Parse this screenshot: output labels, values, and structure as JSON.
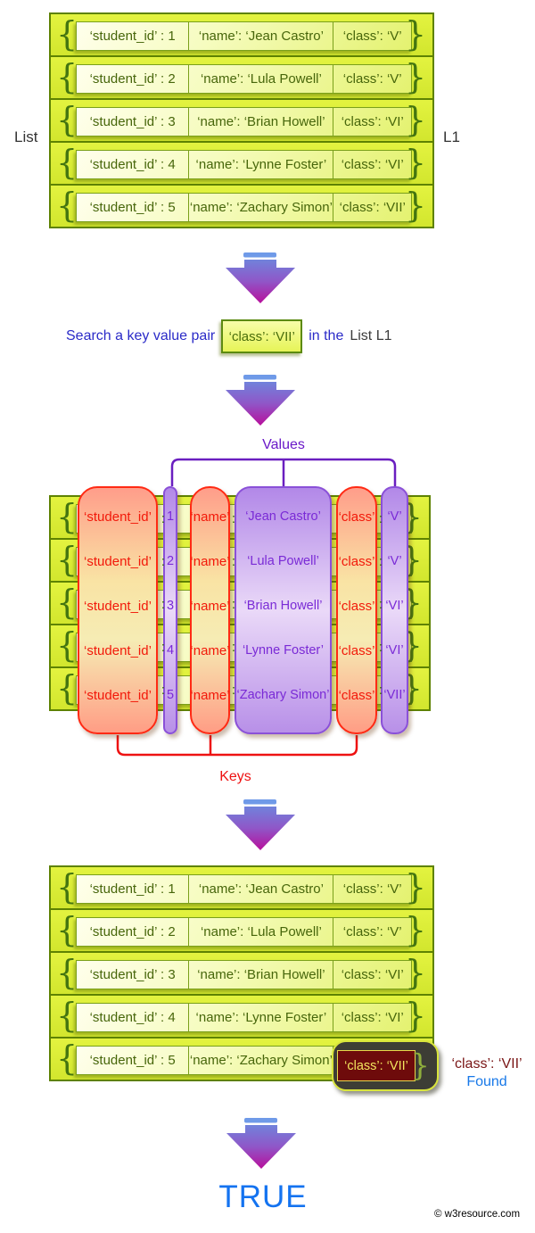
{
  "labels": {
    "list": "List",
    "list_name": "L1"
  },
  "braces": {
    "open": "{",
    "close": "}"
  },
  "list_rows": [
    {
      "c1": "‘student_id’ : 1",
      "c2": "‘name’: ‘Jean Castro’",
      "c3": "‘class’: ‘V’"
    },
    {
      "c1": "‘student_id’ : 2",
      "c2": "‘name’: ‘Lula Powell’",
      "c3": "‘class’: ‘V’"
    },
    {
      "c1": "‘student_id’ : 3",
      "c2": "‘name’: ‘Brian Howell’",
      "c3": "‘class’: ‘VI’"
    },
    {
      "c1": "‘student_id’ : 4",
      "c2": "‘name’: ‘Lynne Foster’",
      "c3": "‘class’: ‘VI’"
    },
    {
      "c1": "‘student_id’ : 5",
      "c2": "‘name’: ‘Zachary Simon’",
      "c3": "‘class’: ‘VII’"
    }
  ],
  "search": {
    "prefix": "Search a key value pair",
    "query": "‘class’: ‘VII’",
    "infix": "in the",
    "suffix": "List L1"
  },
  "middle": {
    "values_label": "Values",
    "keys_label": "Keys",
    "key1": "‘student_id’",
    "key2": "‘name’",
    "key3": "‘class’",
    "colon": ":",
    "ids": [
      "1",
      "2",
      "3",
      "4",
      "5"
    ],
    "names": [
      "‘Jean Castro’",
      "‘Lula Powell’",
      "‘Brian Howell’",
      "‘Lynne Foster’",
      "‘Zachary Simon’"
    ],
    "classes": [
      "‘V’",
      "‘V’",
      "‘VI’",
      "‘VI’",
      "‘VII’"
    ]
  },
  "found": {
    "cell_text": "‘class’: ‘VII’",
    "side_line1": "‘class’: ‘VII’",
    "side_line2": "Found"
  },
  "result": {
    "value": "TRUE"
  },
  "watermark": "© w3resource.com",
  "colors": {
    "row_green": "#d8eb33",
    "border_green": "#5e8202",
    "key_red": "#f2190a",
    "value_purple": "#7a2ad6",
    "link_blue": "#2b2bc8",
    "found_blue": "#1778e8",
    "maroon_red": "#7a1616",
    "result_blue": "#1473f0",
    "arrow_top": "#6f9ae8",
    "arrow_bottom": "#b80f9c"
  }
}
